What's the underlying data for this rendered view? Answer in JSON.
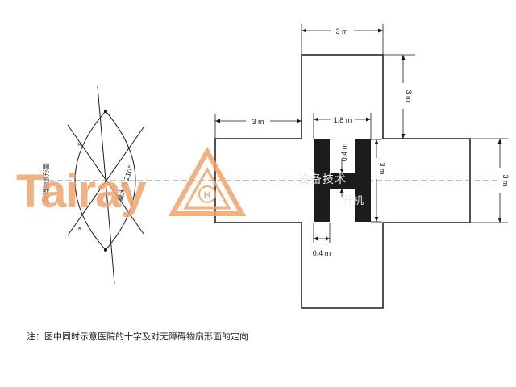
{
  "diagram": {
    "dim_top_width": "3 m",
    "dim_right_top": "3 m",
    "dim_left_arm": "3 m",
    "dim_right_arm": "3 m",
    "dim_h_width": "1.8 m",
    "dim_h_inner": "0.4 m",
    "dim_h_height": "3 m",
    "dim_h_stroke": "0.4 m",
    "left_label_a": "障碍物扇形面",
    "left_label_b": "最大为 210°",
    "left_mark_top": "×",
    "left_mark_bottom": "×"
  },
  "watermark": {
    "brand": "Tairay",
    "logo_letter": "H",
    "text_a": "设备技术",
    "text_b": "升机"
  },
  "note": "注：图中同时示意医院的十字及对无障碍物扇形面的定向",
  "colors": {
    "line": "#1a1a1a",
    "h_fill": "#1c1c1c",
    "brand_orange": "#f2a36a",
    "watermark_gray": "#e7e7e7"
  }
}
